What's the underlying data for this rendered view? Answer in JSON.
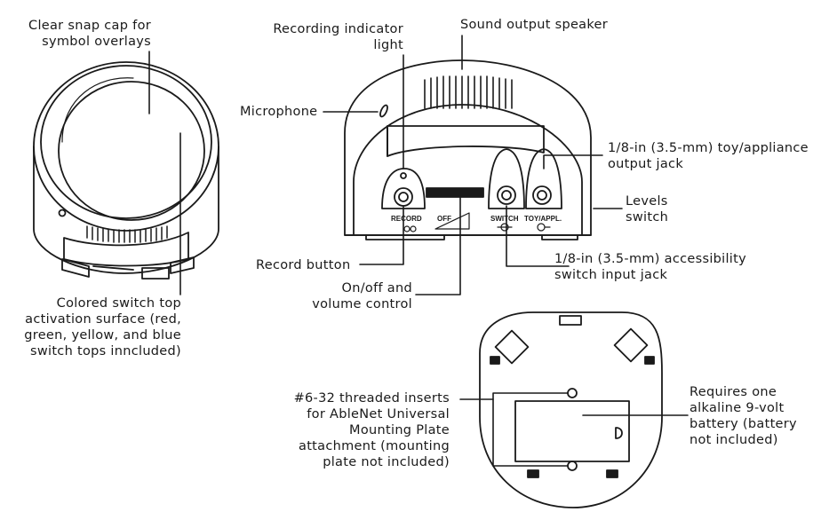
{
  "labels": {
    "snap_cap": [
      "Clear snap cap for",
      "symbol overlays"
    ],
    "recording_light": [
      "Recording indicator",
      "light"
    ],
    "speaker": "Sound output speaker",
    "microphone": "Microphone",
    "toy_jack": [
      "1/8-in (3.5-mm) toy/appliance",
      "output jack"
    ],
    "levels": [
      "Levels",
      "switch"
    ],
    "record_button": "Record button",
    "access_jack": [
      "1/8-in (3.5-mm) accessibility",
      "switch input jack"
    ],
    "onoff": [
      "On/off and",
      "volume control"
    ],
    "switch_top": [
      "Colored switch top",
      "activation surface (red,",
      "green, yellow, and blue",
      "switch tops inncluded)"
    ],
    "inserts": [
      "#6-32 threaded inserts",
      "for AbleNet Universal",
      "Mounting Plate",
      "attachment (mounting",
      "plate not included)"
    ],
    "battery": [
      "Requires one",
      "alkaline 9-volt",
      "battery (battery",
      "not included)"
    ]
  },
  "panel": {
    "record": "RECORD",
    "off": "OFF",
    "switch": "SWITCH",
    "toy": "TOY/APPL."
  },
  "colors": {
    "line": "#1a1a1a",
    "fill": "#ffffff"
  }
}
